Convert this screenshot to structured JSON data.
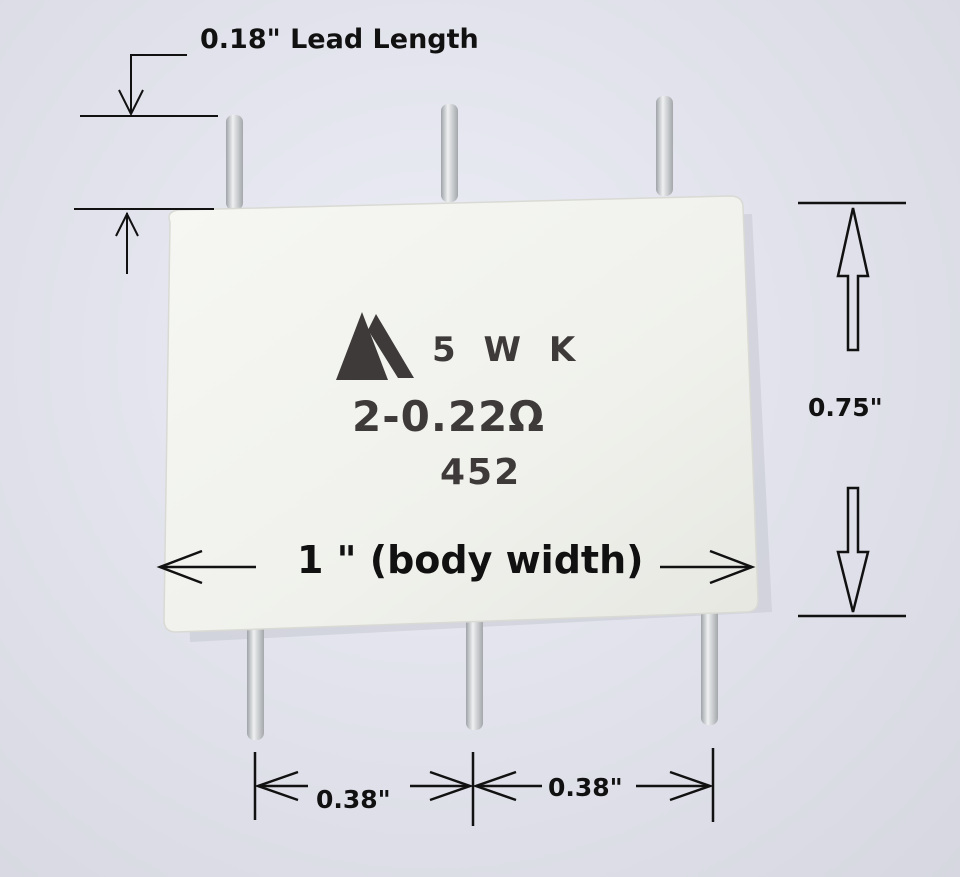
{
  "image": {
    "subject": "resistor",
    "colors": {
      "background": "#dcdde6",
      "body": "#f2f3ef",
      "leads": "#c9cbcd",
      "marking": "#3e3a3a",
      "annotation": "#111111"
    }
  },
  "component_marking": {
    "line1": "5 W K",
    "line2": "2-0.22Ω",
    "line3": "452",
    "logo_icon": "triangle-logo-icon"
  },
  "annotations": {
    "lead_length": "0.18\" Lead Length",
    "body_height": "0.75\"",
    "body_width": "1 \" (body width)",
    "pitch_left": "0.38\"",
    "pitch_right": "0.38\""
  }
}
